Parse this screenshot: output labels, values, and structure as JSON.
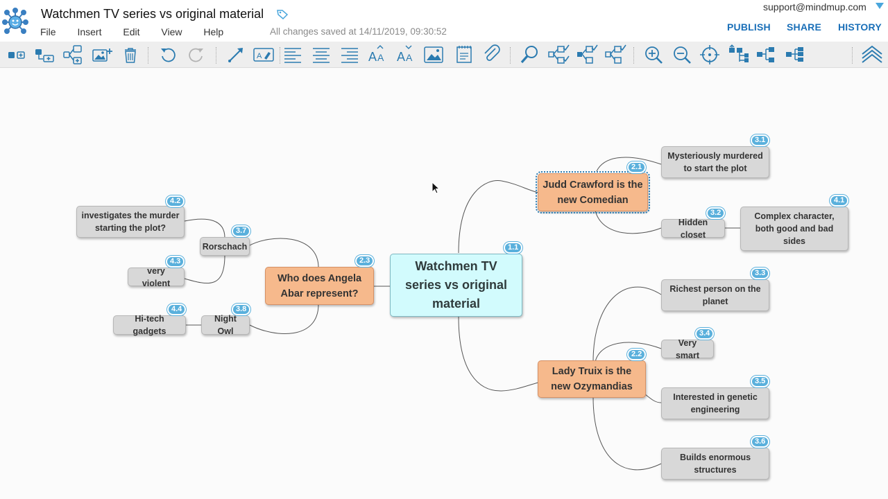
{
  "app": {
    "title": "Watchmen TV series vs original material",
    "saved_status": "All changes saved at 14/11/2019, 09:30:52",
    "account": "support@mindmup.com",
    "menu": [
      "File",
      "Insert",
      "Edit",
      "View",
      "Help"
    ],
    "buttons": {
      "publish": "PUBLISH",
      "share": "SHARE",
      "history": "HISTORY"
    },
    "accent": "#1a6fb8"
  },
  "toolbar": {
    "icons": [
      "add-child-icon",
      "add-sibling-icon",
      "add-node-icon",
      "insert-image-icon",
      "delete-icon",
      "undo-icon",
      "redo-icon",
      "connector-icon",
      "text-style-icon",
      "align-left-icon",
      "align-center-icon",
      "align-right-icon",
      "increase-font-icon",
      "decrease-font-icon",
      "background-image-icon",
      "note-icon",
      "attachment-icon",
      "find-icon",
      "select-children-icon",
      "select-siblings-icon",
      "select-node-icon",
      "zoom-in-icon",
      "zoom-out-icon",
      "reset-view-icon",
      "layout-top-down-icon",
      "layout-left-right-icon",
      "layout-standard-icon",
      "collapse-toolbar-icon"
    ]
  },
  "map": {
    "root": {
      "id": "1.1",
      "text": "Watchmen TV series vs original material"
    },
    "branches": {
      "b21": {
        "id": "2.1",
        "text": "Judd Crawford is the new Comedian"
      },
      "b22": {
        "id": "2.2",
        "text": "Lady Truix is the new Ozymandias"
      },
      "b23": {
        "id": "2.3",
        "text": "Who does Angela Abar represent?"
      }
    },
    "leaves": {
      "n31": {
        "id": "3.1",
        "text": "Mysteriously murdered to start the plot"
      },
      "n32": {
        "id": "3.2",
        "text": "Hidden closet"
      },
      "n41": {
        "id": "4.1",
        "text": "Complex character, both good and bad sides"
      },
      "n33": {
        "id": "3.3",
        "text": "Richest person on the planet"
      },
      "n34": {
        "id": "3.4",
        "text": "Very smart"
      },
      "n35": {
        "id": "3.5",
        "text": "Interested in genetic engineering"
      },
      "n36": {
        "id": "3.6",
        "text": "Builds enormous structures"
      },
      "n37": {
        "id": "3.7",
        "text": "Rorschach"
      },
      "n42": {
        "id": "4.2",
        "text": "investigates the murder starting the plot?"
      },
      "n43": {
        "id": "4.3",
        "text": "very violent"
      },
      "n38": {
        "id": "3.8",
        "text": "Night Owl"
      },
      "n44": {
        "id": "4.4",
        "text": "Hi-tech gadgets"
      }
    },
    "colors": {
      "root": "#d2fbfd",
      "branch": "#f6b98c",
      "leaf": "#d8d8d8",
      "badge": "#5ab0dc"
    }
  }
}
